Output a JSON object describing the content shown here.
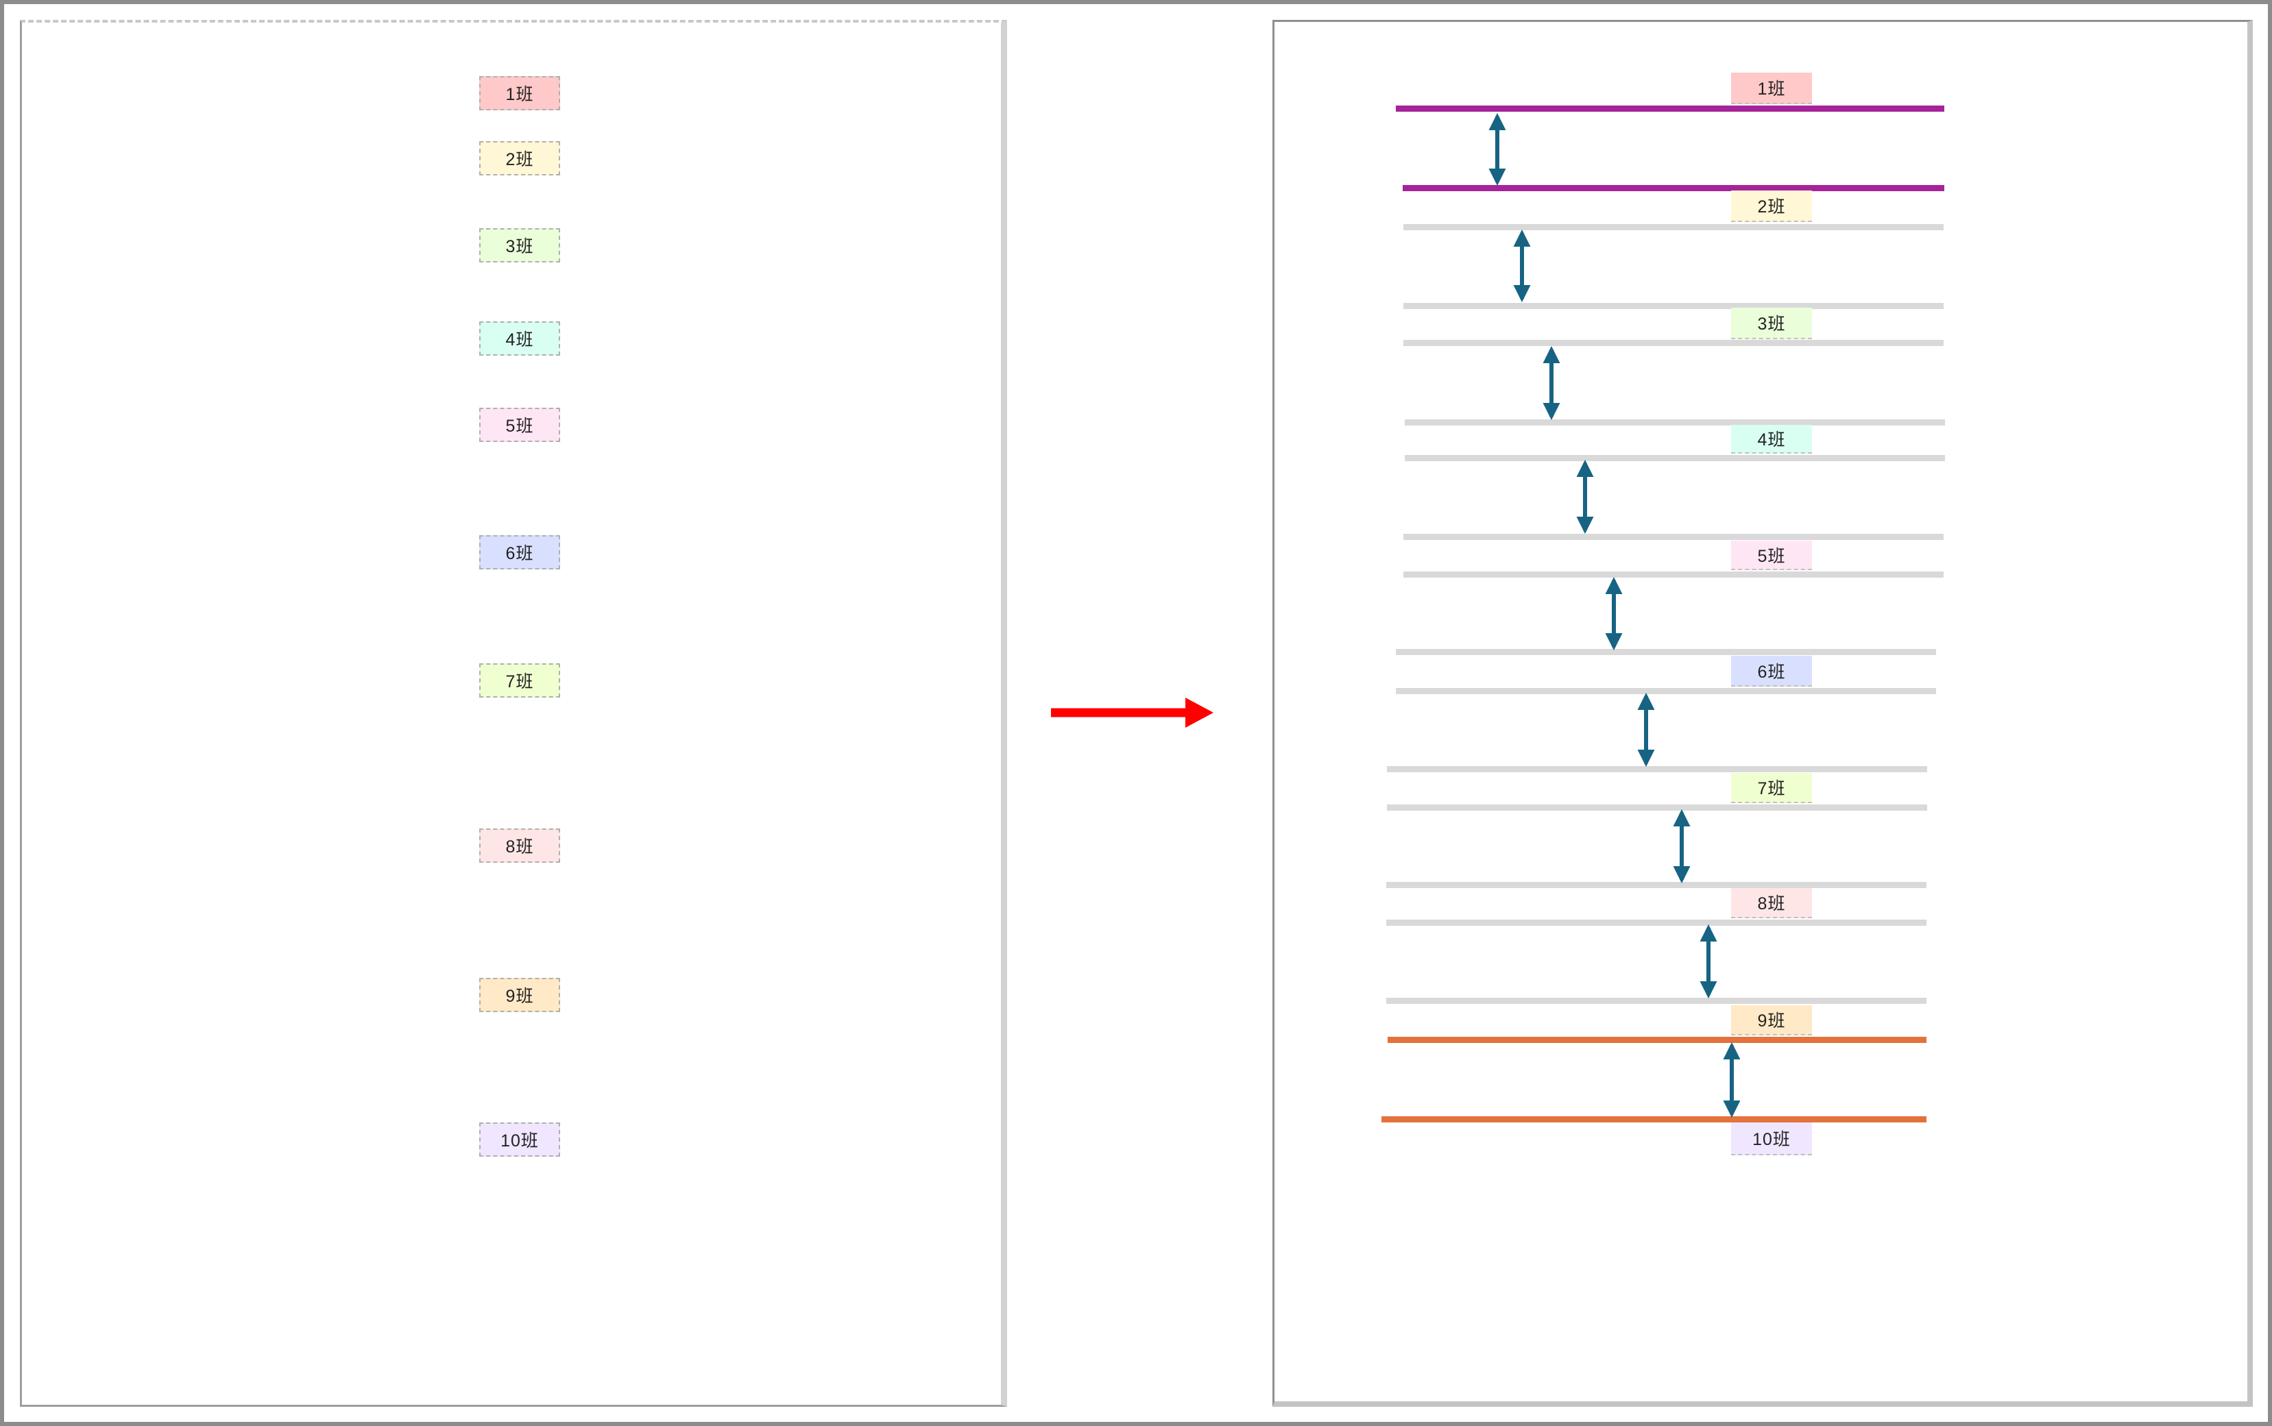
{
  "diagram": {
    "class_tags": [
      {
        "label": "1班",
        "color": "#ffc9c9"
      },
      {
        "label": "2班",
        "color": "#fff7d6"
      },
      {
        "label": "3班",
        "color": "#eaffd9"
      },
      {
        "label": "4班",
        "color": "#d9fff3"
      },
      {
        "label": "5班",
        "color": "#ffe6f5"
      },
      {
        "label": "6班",
        "color": "#d9e0ff"
      },
      {
        "label": "7班",
        "color": "#f0ffd0"
      },
      {
        "label": "8班",
        "color": "#ffe6e6"
      },
      {
        "label": "9班",
        "color": "#ffe9c6"
      },
      {
        "label": "10班",
        "color": "#f0e6ff"
      }
    ],
    "colors": {
      "arrow_main": "#ff0000",
      "gap_arrow": "#176383",
      "first_gap_lines": "#a6239a",
      "last_gap_lines": "#e3723c",
      "guide_lines": "#d9d9d9"
    }
  }
}
